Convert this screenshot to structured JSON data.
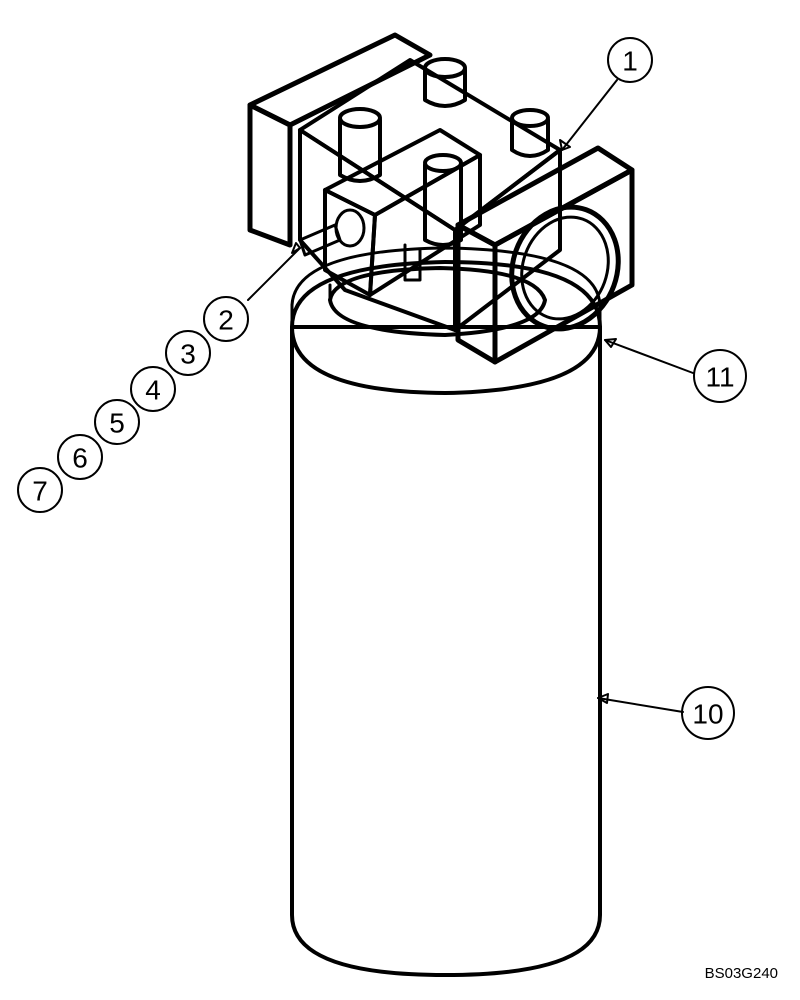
{
  "callouts": {
    "c1": "1",
    "c2": "2",
    "c3": "3",
    "c4": "4",
    "c5": "5",
    "c6": "6",
    "c7": "7",
    "c10": "10",
    "c11": "11"
  },
  "figure_code": "BS03G240"
}
